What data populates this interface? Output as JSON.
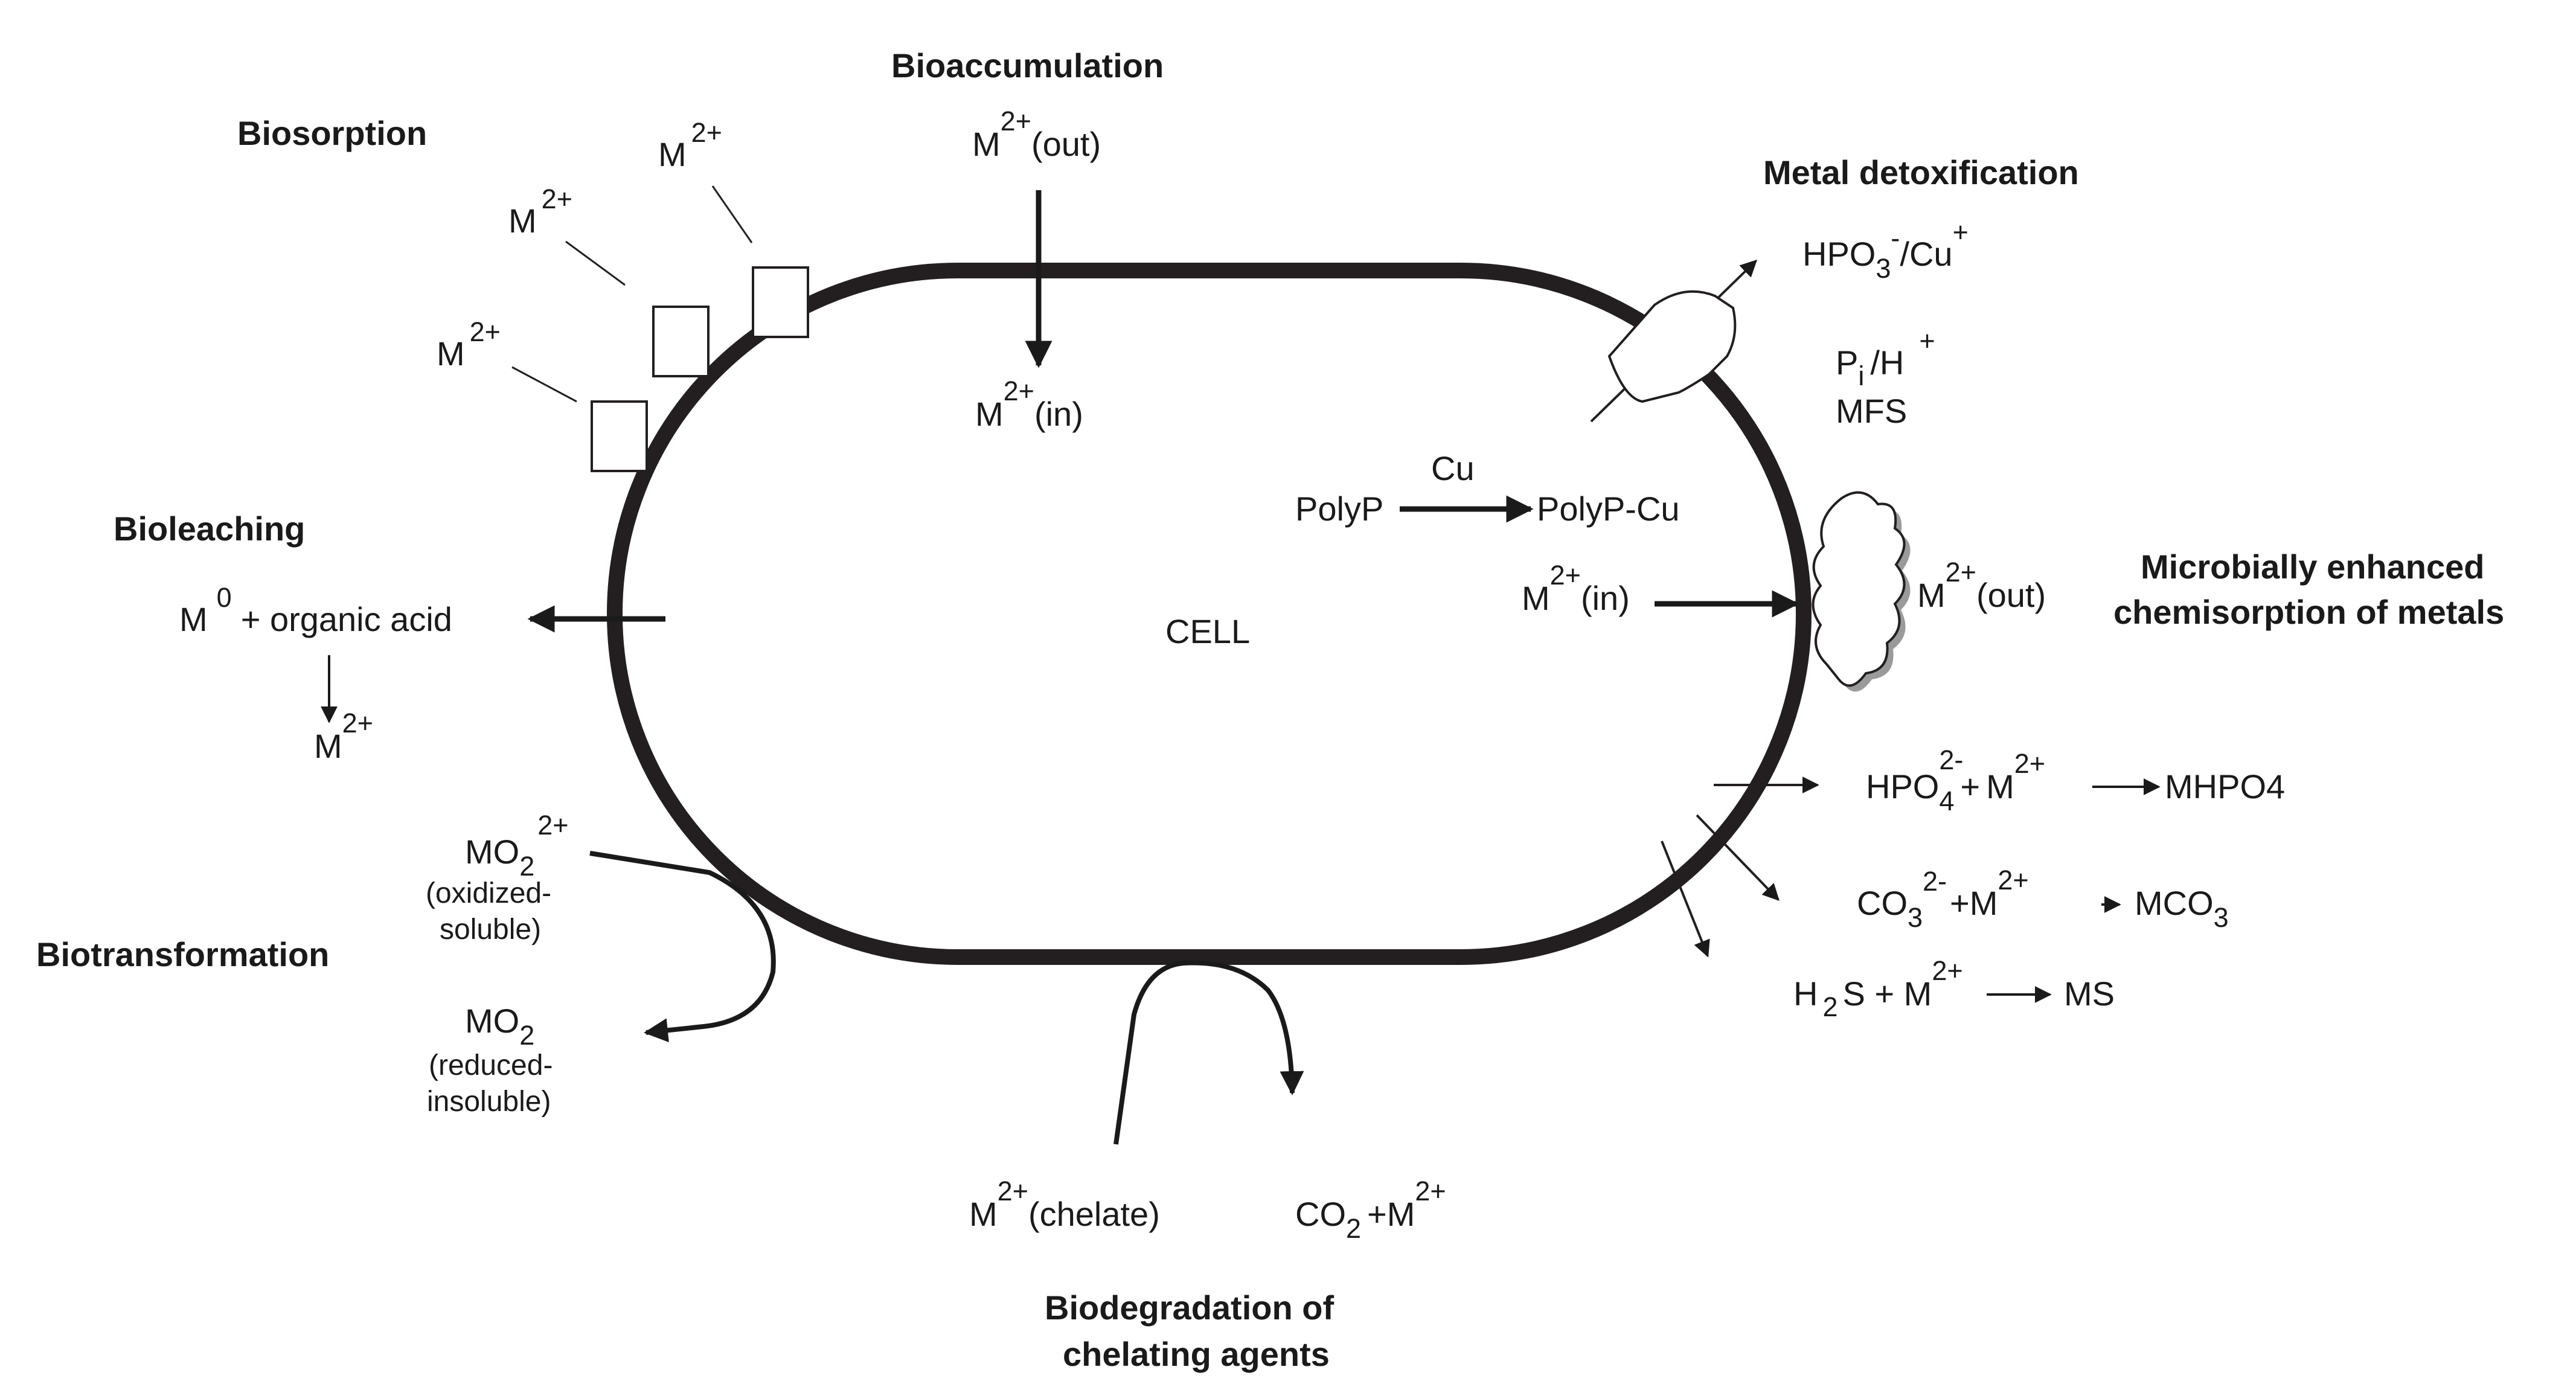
{
  "headings": {
    "biosorption": "Biosorption",
    "bioaccumulation": "Bioaccumulation",
    "metal_detox": "Metal detoxification",
    "bioleaching": "Bioleaching",
    "microbial_1": "Microbially enhanced",
    "microbial_2": "chemisorption of metals",
    "biotransformation": "Biotransformation",
    "biodegradation_1": "Biodegradation of",
    "biodegradation_2": "chelating agents"
  },
  "cell_label": "CELL",
  "species": {
    "M": "M",
    "two_plus": "2+",
    "plus": "+",
    "minus": "-",
    "two_minus": "2-",
    "zero": "0",
    "sub_2": "2",
    "sub_3": "3",
    "sub_4": "4",
    "sub_i": "i",
    "out": "(out)",
    "in": "(in)",
    "chelate": "(chelate)",
    "HPO": "HPO",
    "slash_Cu": "/Cu",
    "P": "P",
    "slash_H": "/H",
    "MFS": "MFS",
    "Cu": "Cu",
    "PolyP": "PolyP",
    "PolyP_Cu": "PolyP-Cu",
    "organic_acid": "+ organic acid",
    "MO": "MO",
    "oxidized": "(oxidized-",
    "soluble": "soluble)",
    "reduced": "(reduced-",
    "insoluble": "insoluble)",
    "plus_sign": "+",
    "MHPO4": "MHPO4",
    "CO": "CO",
    "plus_M": "+M",
    "MCO": "MCO",
    "H": "H",
    "S_plus_M": "S + M",
    "MS": "MS",
    "CO2_plus_M": "+M"
  }
}
